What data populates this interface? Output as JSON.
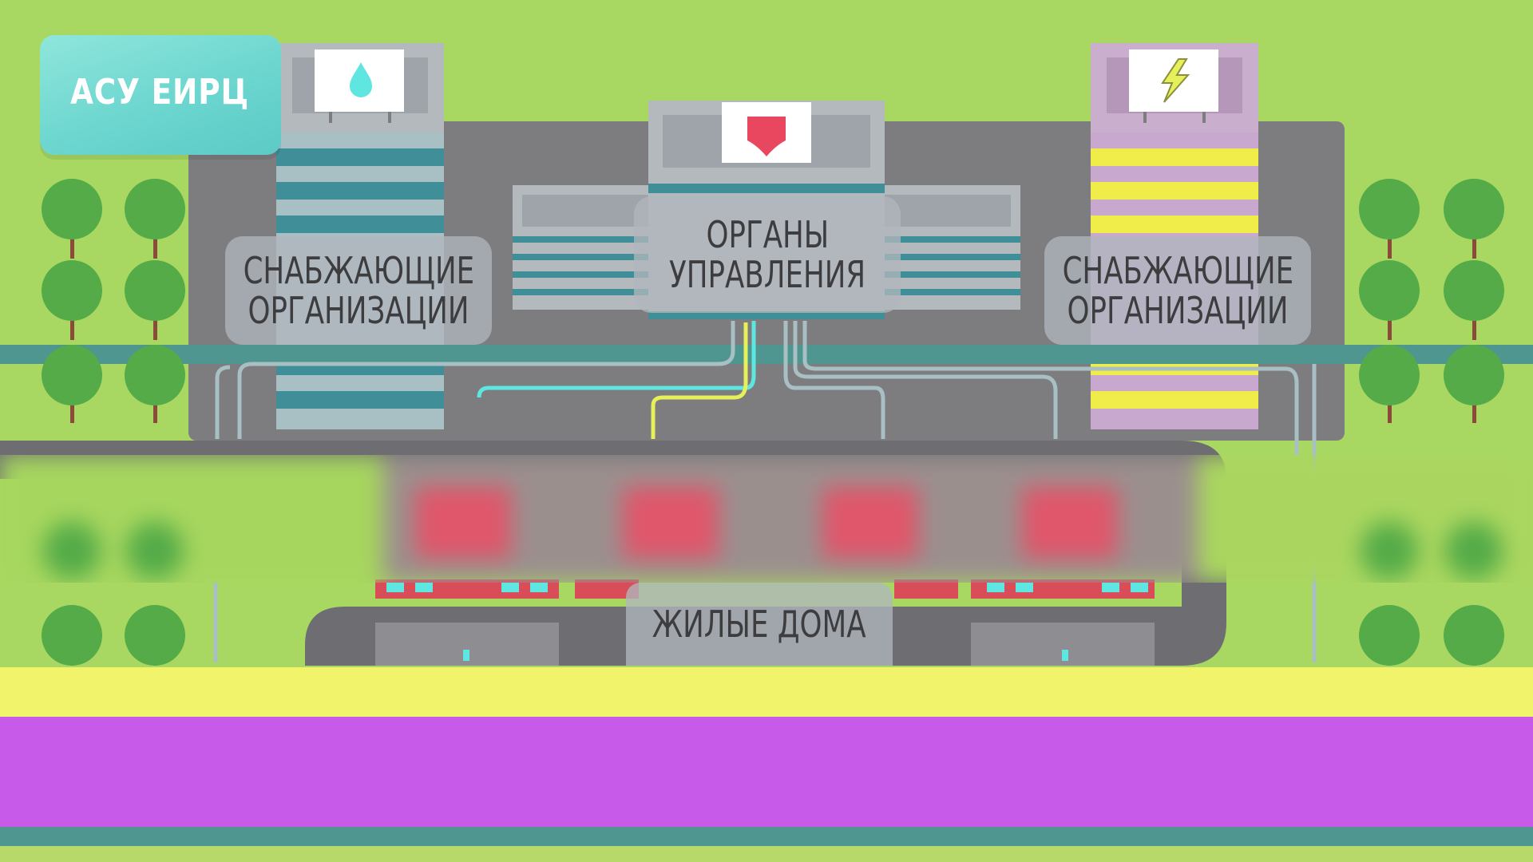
{
  "badge": {
    "title": "АСУ ЕИРЦ"
  },
  "labels": {
    "supply_left": [
      "СНАБЖАЮЩИЕ",
      "ОРГАНИЗАЦИИ"
    ],
    "government": [
      "ОРГАНЫ",
      "УПРАВЛЕНИЯ"
    ],
    "supply_right": [
      "СНАБЖАЮЩИЕ",
      "ОРГАНИЗАЦИИ"
    ],
    "residential": "ЖИЛЫЕ ДОМА"
  },
  "icons": {
    "water": "water-drop-icon",
    "government": "shield-icon",
    "electricity": "lightning-icon"
  },
  "colors": {
    "grass": "#a9d862",
    "asphalt": "#7d7d80",
    "teal": "#4e968f",
    "water_accent": "#5fe6e0",
    "shield": "#e8475f",
    "lightning": "#e6f05a",
    "yellow_band": "#f1f46a",
    "purple_band": "#c75ae8"
  }
}
